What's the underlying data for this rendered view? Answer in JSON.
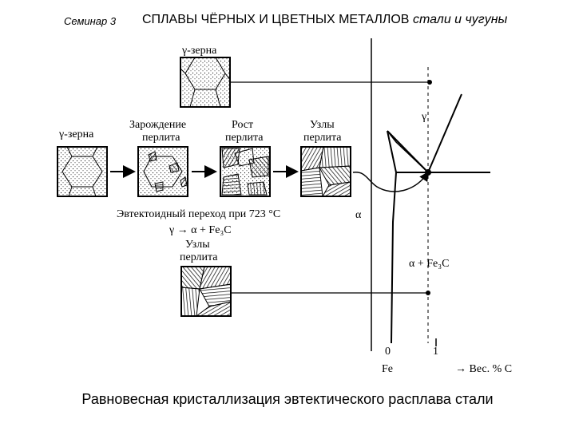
{
  "header": {
    "seminar": "Семинар 3",
    "title": "СПЛАВЫ ЧЁРНЫХ И ЦВЕТНЫХ МЕТАЛЛОВ",
    "subtitle": "стали и чугуны"
  },
  "diagram": {
    "top_grain_label": "γ-зерна",
    "left_grain_label": "γ-зерна",
    "step1_line1": "Зарождение",
    "step1_line2": "перлита",
    "step2_line1": "Рост",
    "step2_line2": "перлита",
    "step3_line1": "Узлы",
    "step3_line2": "перлита",
    "bottom_label_line1": "Узлы",
    "bottom_label_line2": "перлита",
    "transition_text": "Эвтектоидный переход при 723 °С",
    "reaction_text": "γ → α + Fe₃C",
    "phase_gamma": "γ",
    "phase_alpha": "α",
    "phase_alpha_fe3c": "α + Fe₃C",
    "tick_0": "0",
    "tick_1": "1",
    "fe_label": "Fe",
    "axis_label": "→ Вес. % С"
  },
  "caption": "Равновесная кристаллизация эвтектического расплава стали"
}
